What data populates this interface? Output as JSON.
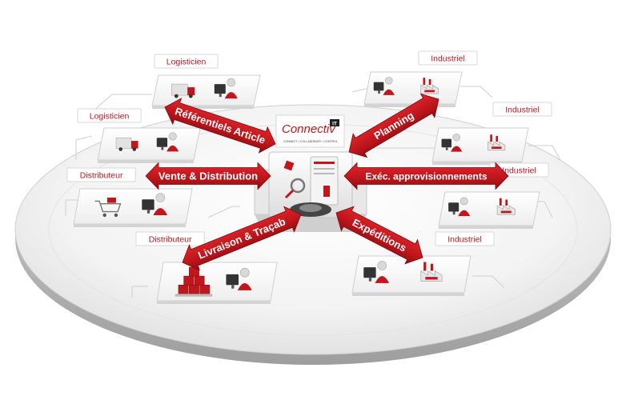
{
  "hub": {
    "brand": "Connectiv",
    "brand_badge": "IT",
    "tagline": "CONNECT • COLLABORATE • CONTROL"
  },
  "partners": [
    {
      "id": "logisticien-1",
      "label": "Logisticien",
      "kind": "truck-small"
    },
    {
      "id": "logisticien-2",
      "label": "Logisticien",
      "kind": "truck"
    },
    {
      "id": "distributeur-1",
      "label": "Distributeur",
      "kind": "cart"
    },
    {
      "id": "distributeur-2",
      "label": "Distributeur",
      "kind": "boxes"
    },
    {
      "id": "industriel-1",
      "label": "Industriel",
      "kind": "factory"
    },
    {
      "id": "industriel-2",
      "label": "Industriel",
      "kind": "factory"
    },
    {
      "id": "industriel-3",
      "label": "Industriel",
      "kind": "factory"
    },
    {
      "id": "industriel-4",
      "label": "Industriel",
      "kind": "factory"
    }
  ],
  "flows": [
    {
      "id": "referentiels-article",
      "label": "Référentiels Article"
    },
    {
      "id": "vente-distribution",
      "label": "Vente & Distribution"
    },
    {
      "id": "livraison-tracab",
      "label": "Livraison & Traçab"
    },
    {
      "id": "planning",
      "label": "Planning"
    },
    {
      "id": "exec-approvisionnements",
      "label": "Exéc. approvisionnements"
    },
    {
      "id": "expeditions",
      "label": "Expéditions"
    }
  ],
  "colors": {
    "accent": "#c0161c",
    "accent_dark": "#8e0d12",
    "platform": "#f2f2f2",
    "tile": "#fafafa"
  }
}
